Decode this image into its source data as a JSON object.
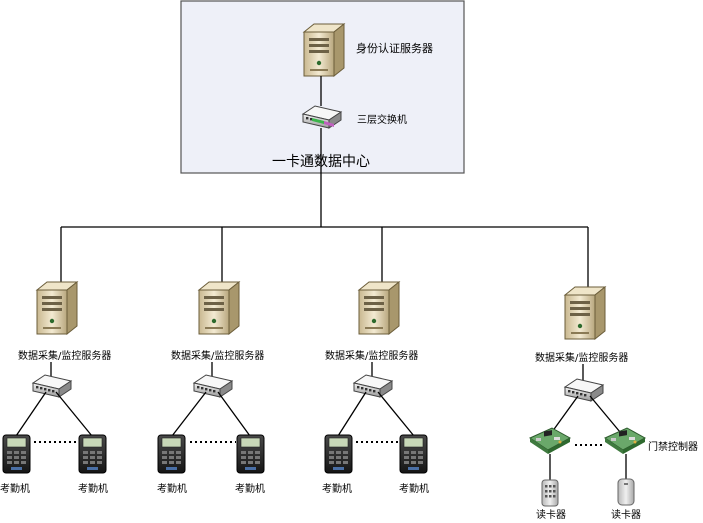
{
  "data_center": {
    "title": "一卡通数据中心",
    "auth_server_label": "身份认证服务器",
    "core_switch_label": "三层交换机"
  },
  "branches": [
    {
      "server_label": "数据采集/监控服务器",
      "device_type": "attendance",
      "left_label": "考勤机",
      "right_label": "考勤机"
    },
    {
      "server_label": "数据采集/监控服务器",
      "device_type": "attendance",
      "left_label": "考勤机",
      "right_label": "考勤机"
    },
    {
      "server_label": "数据采集/监控服务器",
      "device_type": "attendance",
      "left_label": "考勤机",
      "right_label": "考勤机"
    },
    {
      "server_label": "数据采集/监控服务器",
      "device_type": "access",
      "controller_label": "门禁控制器",
      "left_label": "读卡器",
      "right_label": "读卡器"
    }
  ],
  "colors": {
    "center_bg": "#eef0f8",
    "center_border": "#555555",
    "server_body": "#e8dcc0",
    "pcb_green": "#5a9a5a"
  },
  "icons": [
    "server-icon",
    "switch-icon",
    "attendance-terminal-icon",
    "controller-board-icon",
    "card-reader-icon"
  ]
}
